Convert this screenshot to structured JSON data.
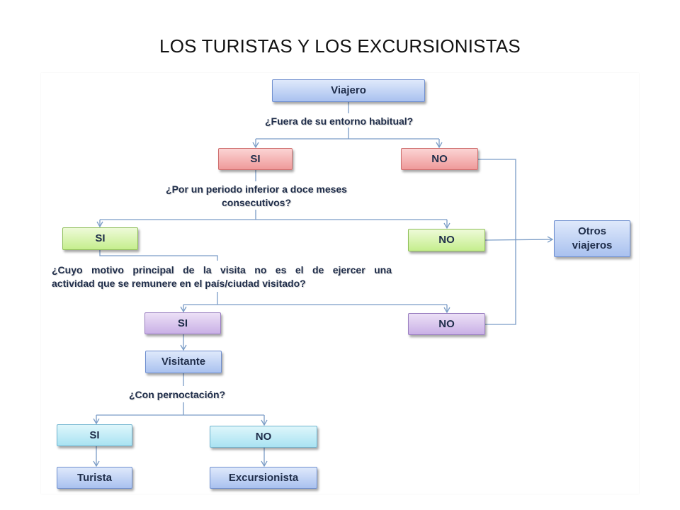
{
  "slide": {
    "title": "LOS TURISTAS Y LOS EXCURSIONISTAS"
  },
  "diagram": {
    "nodes": {
      "viajero": "Viajero",
      "si_entorno": "SI",
      "no_entorno": "NO",
      "si_periodo": "SI",
      "no_periodo": "NO",
      "otros_viajeros": "Otros viajeros",
      "si_motivo": "SI",
      "no_motivo": "NO",
      "visitante": "Visitante",
      "si_pernoctacion": "SI",
      "no_pernoctacion": "NO",
      "turista": "Turista",
      "excursionista": "Excursionista"
    },
    "questions": {
      "entorno": "¿Fuera de su entorno habitual?",
      "periodo_line1": "¿Por un periodo inferior a doce meses",
      "periodo_line2": "consecutivos?",
      "motivo_line1": "¿Cuyo motivo principal de la visita no es el de ejercer una",
      "motivo_line2": "actividad que se remunere en el país/ciudad visitado?",
      "pernoctacion": "¿Con pernoctación?"
    },
    "colors": {
      "connector": "#7a9cc6",
      "blue": "#a9c1ef",
      "red": "#ef9a9a",
      "green": "#c5ee8d",
      "purple": "#c9b0e6",
      "cyan": "#a9e3f2"
    }
  }
}
